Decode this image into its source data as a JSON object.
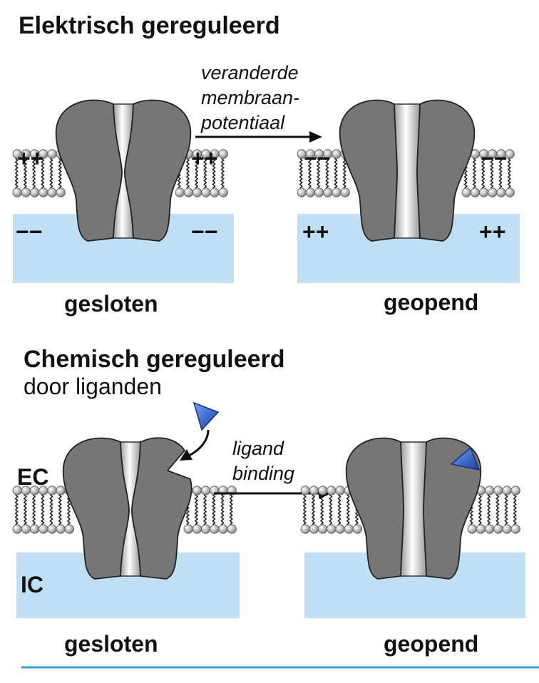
{
  "sections": {
    "electric": {
      "title": "Elektrisch gereguleerd",
      "arrow_label": [
        "veranderde",
        "membraan-",
        "potentiaal"
      ],
      "closed_label": "gesloten",
      "open_label": "geopend",
      "closed_top_charges": [
        "++",
        "++"
      ],
      "closed_bottom_charges": [
        "−−",
        "−−"
      ],
      "open_top_charges": [
        "−−",
        "−−"
      ],
      "open_bottom_charges": [
        "++",
        "++"
      ]
    },
    "chemical": {
      "title": "Chemisch gereguleerd",
      "subtitle": "door liganden",
      "arrow_label": [
        "ligand",
        "binding"
      ],
      "closed_label": "gesloten",
      "open_label": "geopend",
      "ec_label": "EC",
      "ic_label": "IC"
    }
  },
  "colors": {
    "cytoplasm": "#bfe0f4",
    "channel": "#767676",
    "pore": "#e8e8e8",
    "ligand": "#2a4fb0",
    "bottom_rule": "#3a9ed8"
  }
}
